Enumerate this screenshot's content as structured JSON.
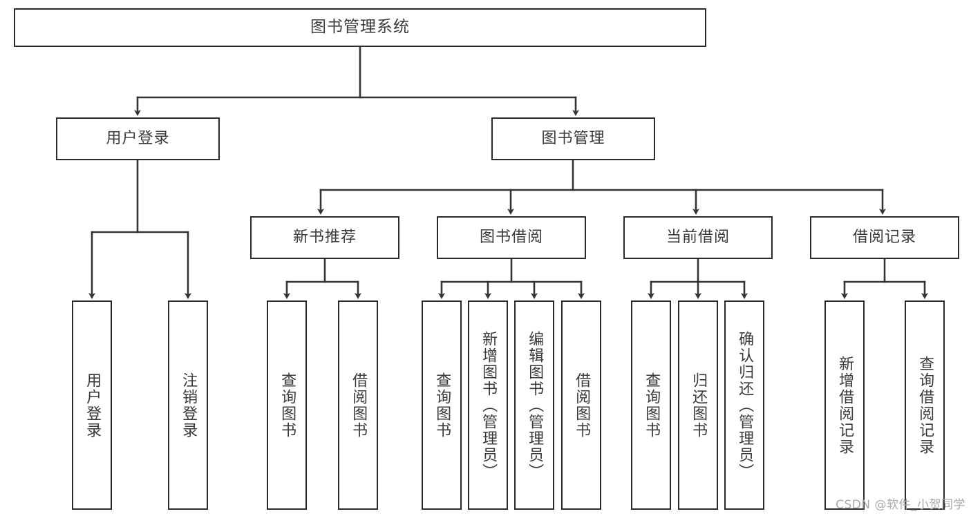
{
  "diagram": {
    "title": "图书管理系统",
    "type": "tree",
    "orientation": "top-down",
    "colors": {
      "box_stroke": "#2b2b2b",
      "box_fill": "#ffffff",
      "text": "#3a3a3a",
      "connector": "#333333",
      "watermark": "#a9a9a9",
      "background": "#ffffff"
    }
  },
  "root": {
    "label": "图书管理系统"
  },
  "level2": [
    {
      "label": "用户登录"
    },
    {
      "label": "图书管理"
    }
  ],
  "level3": [
    {
      "label": "新书推荐"
    },
    {
      "label": "图书借阅"
    },
    {
      "label": "当前借阅"
    },
    {
      "label": "借阅记录"
    }
  ],
  "leaves": {
    "user_login": [
      {
        "label": "用户登录"
      },
      {
        "label": "注销登录"
      }
    ],
    "new_book_recommend": [
      {
        "label": "查询图书"
      },
      {
        "label": "借阅图书"
      }
    ],
    "book_borrow": [
      {
        "label": "查询图书"
      },
      {
        "label": "新增图书（管理员）"
      },
      {
        "label": "编辑图书（管理员）"
      },
      {
        "label": "借阅图书"
      }
    ],
    "current_borrow": [
      {
        "label": "查询图书"
      },
      {
        "label": "归还图书"
      },
      {
        "label": "确认归还（管理员）"
      }
    ],
    "borrow_record": [
      {
        "label": "新增借阅记录"
      },
      {
        "label": "查询借阅记录"
      }
    ]
  },
  "watermark": {
    "text": "CSDN @软件_小贺同学"
  }
}
